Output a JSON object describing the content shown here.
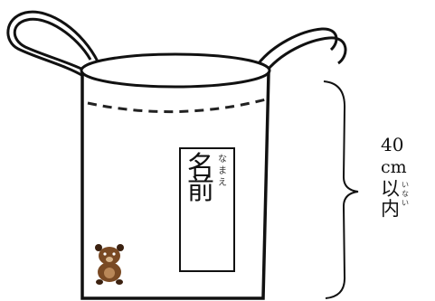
{
  "name_tag": {
    "kanji": [
      "名",
      "前"
    ],
    "ruby": [
      "な",
      "ま",
      "え"
    ]
  },
  "measurement": {
    "number": "40",
    "unit": "cm",
    "kanji": [
      "以",
      "内"
    ],
    "ruby": [
      "い",
      "な",
      "い"
    ]
  },
  "colors": {
    "line": "#111111",
    "bear_body": "#7a4a24",
    "bear_dark": "#3b2110"
  }
}
